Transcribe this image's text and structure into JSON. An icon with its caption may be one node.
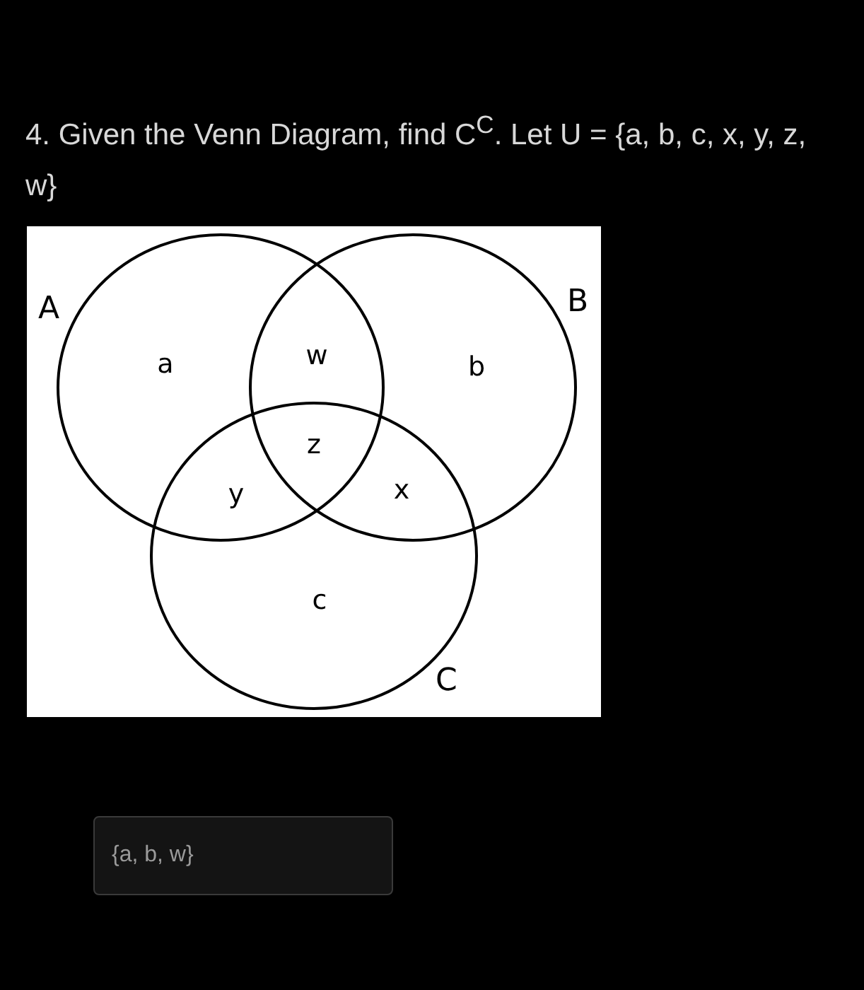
{
  "diagram": {
    "title": "4. Given the Venn Diagram, find C$^{C}$.  Let U = {a, b, c, x, y, z, w}",
    "nodes": [
      {
        "text": [
          "A"
        ]
      },
      {
        "text": [
          "B"
        ]
      },
      {
        "text": [
          "C"
        ]
      }
    ],
    "labels": [
      "a",
      "w",
      "b",
      "z",
      "y",
      "x",
      "c",
      "{a, b, w}"
    ]
  }
}
